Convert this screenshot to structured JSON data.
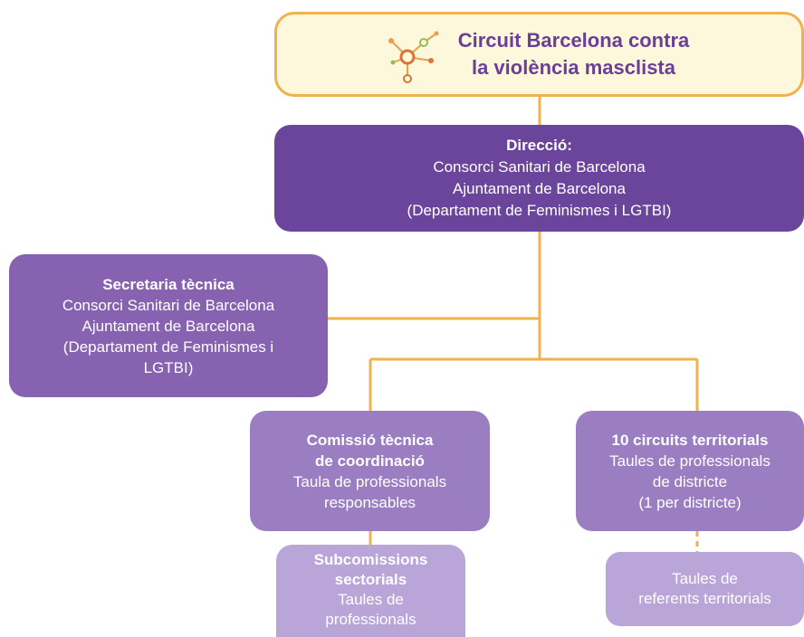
{
  "title": {
    "line1": "Circuit Barcelona contra",
    "line2": "la violència masclista",
    "logo_icon": "network-nodes-icon"
  },
  "direccio": {
    "heading": "Direcció:",
    "line1": "Consorci Sanitari de Barcelona",
    "line2": "Ajuntament de Barcelona",
    "line3": "(Departament de Feminismes i LGTBI)"
  },
  "secretaria": {
    "heading": "Secretaria tècnica",
    "line1": "Consorci Sanitari de Barcelona",
    "line2": "Ajuntament de Barcelona",
    "line3": "(Departament de Feminismes i",
    "line4": "LGTBI)"
  },
  "comissio": {
    "heading1": "Comissió tècnica",
    "heading2": "de coordinació",
    "line1": "Taula de professionals",
    "line2": "responsables"
  },
  "circuits": {
    "heading": "10 circuits territorials",
    "line1": "Taules de professionals",
    "line2": "de districte",
    "line3": "(1 per districte)"
  },
  "subcomissions": {
    "heading1": "Subcomissions",
    "heading2": "sectorials",
    "line1": "Taules de",
    "line2": "professionals"
  },
  "taules_referents": {
    "line1": "Taules de",
    "line2": "referents territorials"
  },
  "colors": {
    "connector": "#f0b24c",
    "title_bg": "#fdf8dc",
    "title_text": "#6a3f97",
    "dark_purple": "#6a459b",
    "mid_purple": "#8762b0",
    "light_purple": "#9b7ec1",
    "lightest_purple": "#b9a5d8"
  }
}
